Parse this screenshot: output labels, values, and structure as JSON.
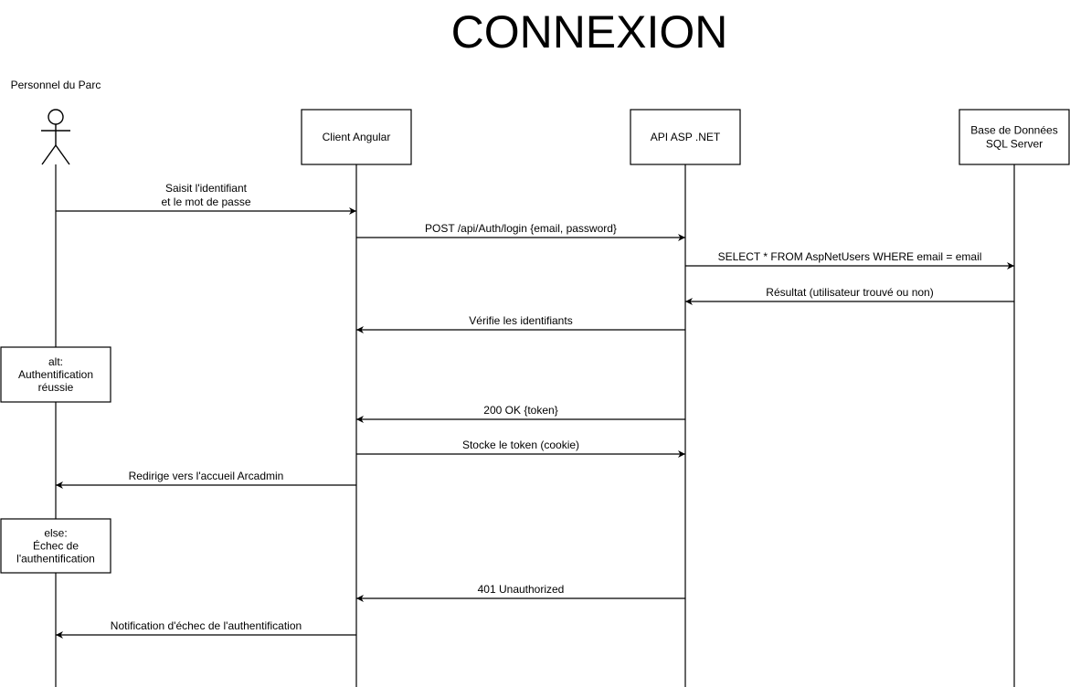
{
  "diagram": {
    "title": "CONNEXION",
    "actor": {
      "label": "Personnel du Parc"
    },
    "participants": [
      {
        "lines": [
          "Client Angular"
        ]
      },
      {
        "lines": [
          "API ASP .NET"
        ]
      },
      {
        "lines": [
          "Base de Données",
          "SQL Server"
        ]
      }
    ],
    "messages": [
      {
        "from": 0,
        "to": 1,
        "lines": [
          "Saisit l'identifiant",
          "et le mot de passe"
        ]
      },
      {
        "from": 1,
        "to": 2,
        "lines": [
          "POST /api/Auth/login {email, password}"
        ]
      },
      {
        "from": 2,
        "to": 3,
        "lines": [
          "SELECT * FROM AspNetUsers WHERE email = email"
        ]
      },
      {
        "from": 3,
        "to": 2,
        "lines": [
          "Résultat (utilisateur trouvé ou non)"
        ]
      },
      {
        "from": 2,
        "to": 1,
        "lines": [
          "Vérifie les identifiants"
        ]
      },
      {
        "from": 2,
        "to": 1,
        "lines": [
          "200 OK {token}"
        ]
      },
      {
        "from": 1,
        "to": 2,
        "lines": [
          "Stocke le token (cookie)"
        ]
      },
      {
        "from": 1,
        "to": 0,
        "lines": [
          "Redirige vers l'accueil Arcadmin"
        ]
      },
      {
        "from": 2,
        "to": 1,
        "lines": [
          "401 Unauthorized"
        ]
      },
      {
        "from": 1,
        "to": 0,
        "lines": [
          "Notification d'échec de l'authentification"
        ]
      }
    ],
    "fragments": [
      {
        "lines": [
          "alt:",
          "Authentification",
          "réussie"
        ]
      },
      {
        "lines": [
          "else:",
          "Échec de",
          "l'authentification"
        ]
      }
    ]
  }
}
